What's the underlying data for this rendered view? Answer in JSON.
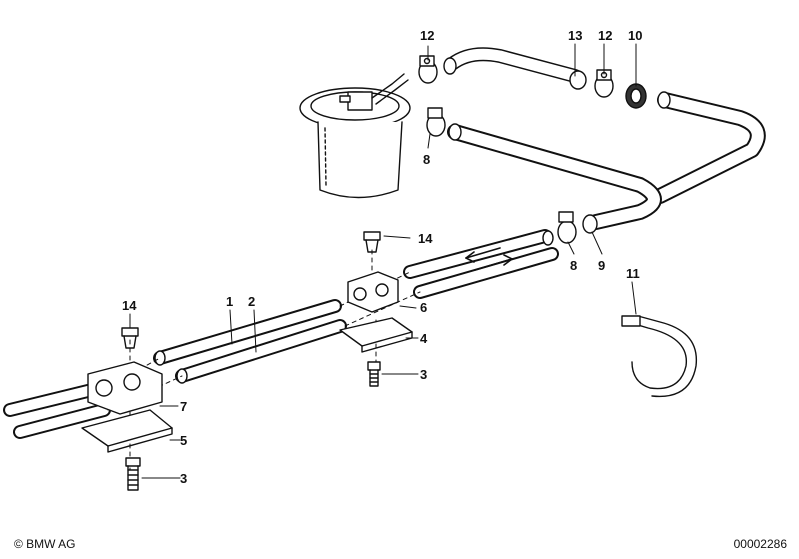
{
  "callouts": {
    "c1": "1",
    "c2": "2",
    "c3a": "3",
    "c3b": "3",
    "c4": "4",
    "c5": "5",
    "c6": "6",
    "c7": "7",
    "c8a": "8",
    "c8b": "8",
    "c9": "9",
    "c10": "10",
    "c11": "11",
    "c12a": "12",
    "c12b": "12",
    "c13": "13",
    "c14a": "14",
    "c14b": "14"
  },
  "footer": {
    "copyright": "© BMW AG",
    "doc_number": "00002286"
  },
  "colors": {
    "line": "#111111",
    "background": "#ffffff",
    "shade": "#d9d9d9"
  }
}
